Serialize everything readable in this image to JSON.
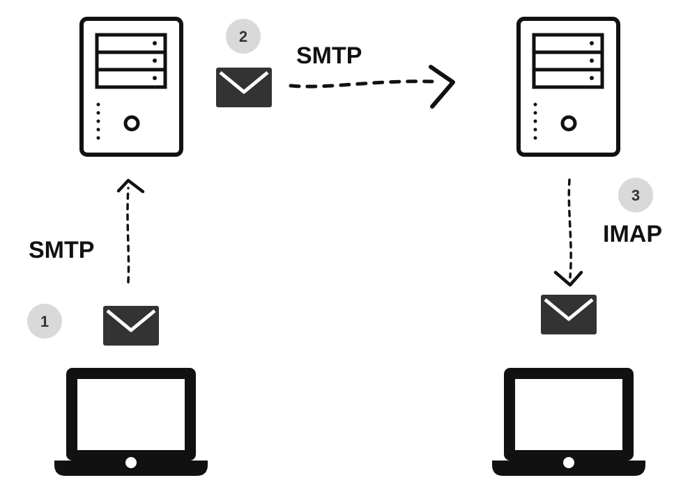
{
  "steps": [
    {
      "number": "1",
      "protocol": "SMTP"
    },
    {
      "number": "2",
      "protocol": "SMTP"
    },
    {
      "number": "3",
      "protocol": "IMAP"
    }
  ],
  "colors": {
    "outline": "#111111",
    "envelope": "#333333",
    "badge": "#d9d9d9",
    "background": "#ffffff"
  }
}
